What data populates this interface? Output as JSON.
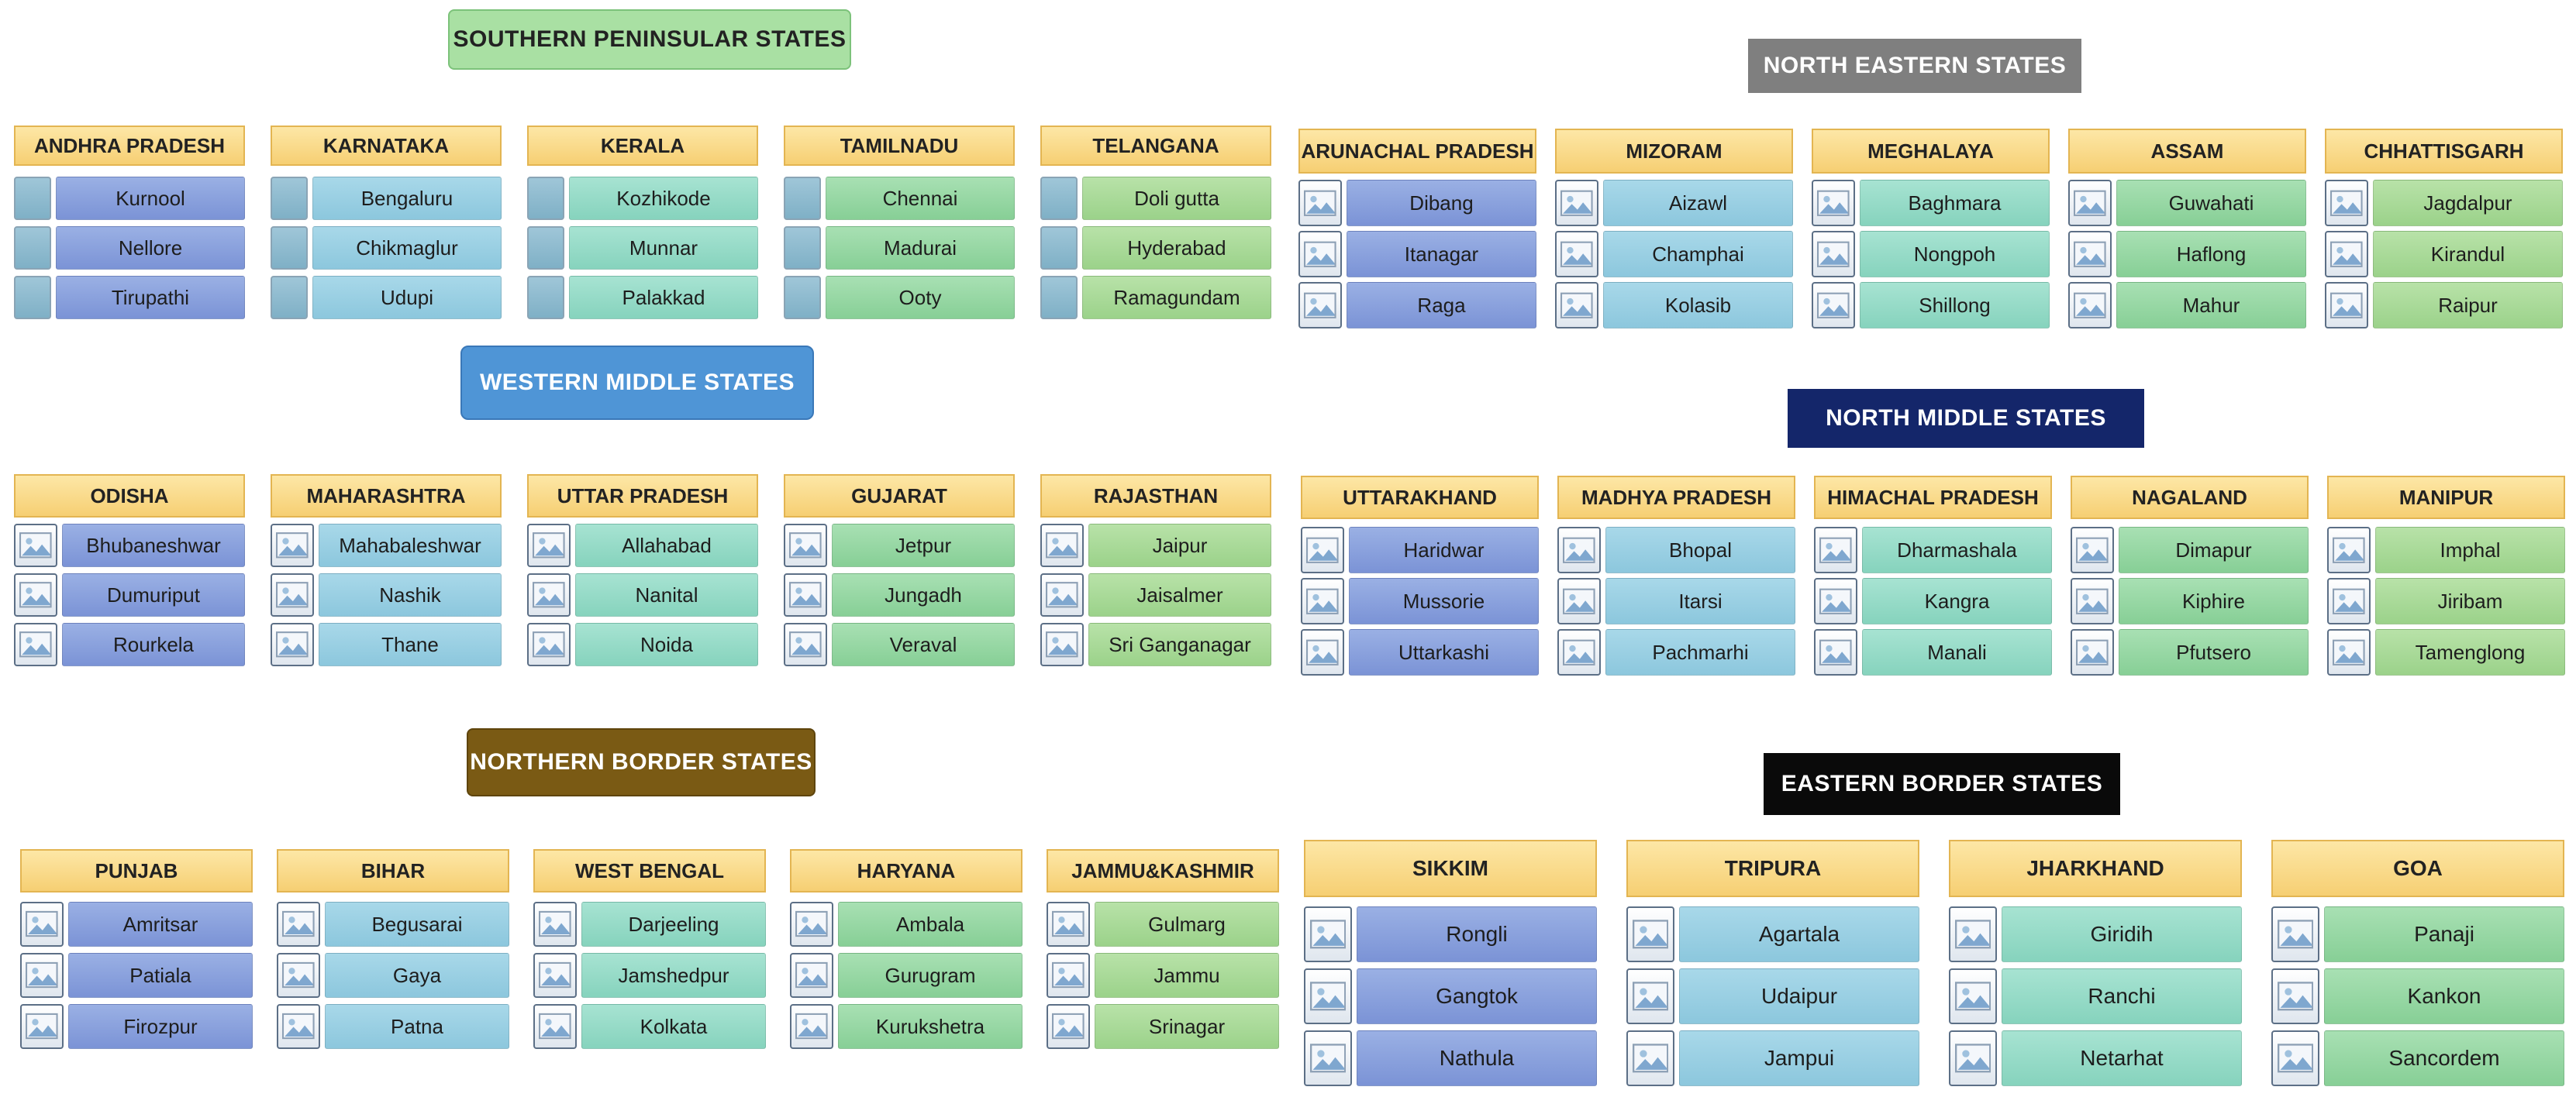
{
  "banners": {
    "southern": {
      "label": "SOUTHERN PENINSULAR STATES",
      "bg": "#a9e0a3",
      "fg": "#222222"
    },
    "north_eastern": {
      "label": "NORTH EASTERN STATES",
      "bg": "#7f7f7f",
      "fg": "#ffffff"
    },
    "western_middle": {
      "label": "WESTERN MIDDLE STATES",
      "bg": "#4f95d6",
      "fg": "#ffffff"
    },
    "north_middle": {
      "label": "NORTH MIDDLE STATES",
      "bg": "#14266a",
      "fg": "#ffffff"
    },
    "northern_border": {
      "label": "NORTHERN BORDER STATES",
      "bg": "#7a5a14",
      "fg": "#ffffff"
    },
    "eastern_border": {
      "label": "EASTERN BORDER STATES",
      "bg": "#0a0a0a",
      "fg": "#ffffff"
    }
  },
  "groups": {
    "southern": [
      {
        "state": "ANDHRA PRADESH",
        "cities": [
          "Kurnool",
          "Nellore",
          "Tirupathi"
        ]
      },
      {
        "state": "KARNATAKA",
        "cities": [
          "Bengaluru",
          "Chikmaglur",
          "Udupi"
        ]
      },
      {
        "state": "KERALA",
        "cities": [
          "Kozhikode",
          "Munnar",
          "Palakkad"
        ]
      },
      {
        "state": "TAMILNADU",
        "cities": [
          "Chennai",
          "Madurai",
          "Ooty"
        ]
      },
      {
        "state": "TELANGANA",
        "cities": [
          "Doli gutta",
          "Hyderabad",
          "Ramagundam"
        ]
      }
    ],
    "north_eastern": [
      {
        "state": "ARUNACHAL PRADESH",
        "cities": [
          "Dibang",
          "Itanagar",
          "Raga"
        ]
      },
      {
        "state": "MIZORAM",
        "cities": [
          "Aizawl",
          "Champhai",
          "Kolasib"
        ]
      },
      {
        "state": "MEGHALAYA",
        "cities": [
          "Baghmara",
          "Nongpoh",
          "Shillong"
        ]
      },
      {
        "state": "ASSAM",
        "cities": [
          "Guwahati",
          "Haflong",
          "Mahur"
        ]
      },
      {
        "state": "CHHATTISGARH",
        "cities": [
          "Jagdalpur",
          "Kirandul",
          "Raipur"
        ]
      }
    ],
    "western_middle": [
      {
        "state": "ODISHA",
        "cities": [
          "Bhubaneshwar",
          "Dumuriput",
          "Rourkela"
        ]
      },
      {
        "state": "MAHARASHTRA",
        "cities": [
          "Mahabaleshwar",
          "Nashik",
          "Thane"
        ]
      },
      {
        "state": "UTTAR PRADESH",
        "cities": [
          "Allahabad",
          "Nanital",
          "Noida"
        ]
      },
      {
        "state": "GUJARAT",
        "cities": [
          "Jetpur",
          "Jungadh",
          "Veraval"
        ]
      },
      {
        "state": "RAJASTHAN",
        "cities": [
          "Jaipur",
          "Jaisalmer",
          "Sri Ganganagar"
        ]
      }
    ],
    "north_middle": [
      {
        "state": "UTTARAKHAND",
        "cities": [
          "Haridwar",
          "Mussorie",
          "Uttarkashi"
        ]
      },
      {
        "state": "MADHYA PRADESH",
        "cities": [
          "Bhopal",
          "Itarsi",
          "Pachmarhi"
        ]
      },
      {
        "state": "HIMACHAL PRADESH",
        "cities": [
          "Dharmashala",
          "Kangra",
          "Manali"
        ]
      },
      {
        "state": "NAGALAND",
        "cities": [
          "Dimapur",
          "Kiphire",
          "Pfutsero"
        ]
      },
      {
        "state": "MANIPUR",
        "cities": [
          "Imphal",
          "Jiribam",
          "Tamenglong"
        ]
      }
    ],
    "northern_border": [
      {
        "state": "PUNJAB",
        "cities": [
          "Amritsar",
          "Patiala",
          "Firozpur"
        ]
      },
      {
        "state": "BIHAR",
        "cities": [
          "Begusarai",
          "Gaya",
          "Patna"
        ]
      },
      {
        "state": "WEST BENGAL",
        "cities": [
          "Darjeeling",
          "Jamshedpur",
          "Kolkata"
        ]
      },
      {
        "state": "HARYANA",
        "cities": [
          "Ambala",
          "Gurugram",
          "Kurukshetra"
        ]
      },
      {
        "state": "JAMMU&KASHMIR",
        "cities": [
          "Gulmarg",
          "Jammu",
          "Srinagar"
        ]
      }
    ],
    "eastern_border": [
      {
        "state": "SIKKIM",
        "cities": [
          "Rongli",
          "Gangtok",
          "Nathula"
        ]
      },
      {
        "state": "TRIPURA",
        "cities": [
          "Agartala",
          "Udaipur",
          "Jampui"
        ]
      },
      {
        "state": "JHARKHAND",
        "cities": [
          "Giridih",
          "Ranchi",
          "Netarhat"
        ]
      },
      {
        "state": "GOA",
        "cities": [
          "Panaji",
          "Kankon",
          "Sancordem"
        ]
      }
    ]
  }
}
